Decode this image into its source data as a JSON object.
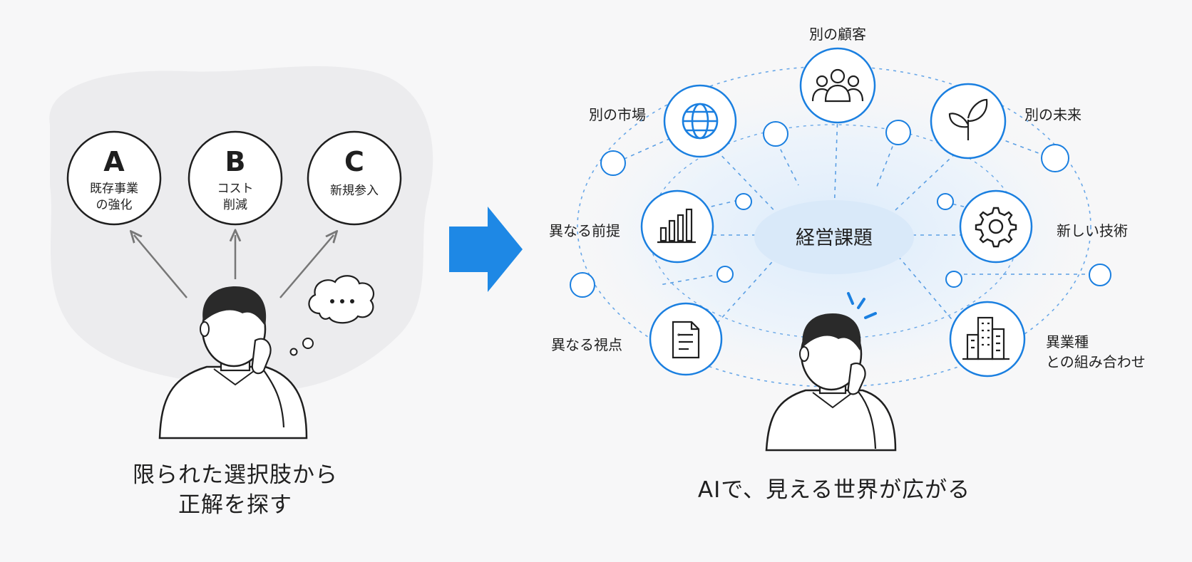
{
  "left": {
    "options": [
      {
        "letter": "A",
        "line1": "既存事業",
        "line2": "の強化"
      },
      {
        "letter": "B",
        "line1": "コスト",
        "line2": "削減"
      },
      {
        "letter": "C",
        "line1": "新規参入",
        "line2": ""
      }
    ],
    "caption_line1": "限られた選択肢から",
    "caption_line2": "正解を探す"
  },
  "right": {
    "center": "経営課題",
    "nodes": [
      {
        "label": "別の顧客",
        "icon": "people-icon"
      },
      {
        "label": "別の市場",
        "icon": "globe-icon"
      },
      {
        "label": "別の未来",
        "icon": "leaf-icon"
      },
      {
        "label": "異なる前提",
        "icon": "bar-chart-icon"
      },
      {
        "label": "新しい技術",
        "icon": "gear-icon"
      },
      {
        "label": "異なる視点",
        "icon": "document-icon"
      },
      {
        "label_line1": "異業種",
        "label_line2": "との組み合わせ",
        "icon": "buildings-icon"
      }
    ],
    "caption": "AIで、見える世界が広がる"
  },
  "colors": {
    "accent": "#1a7fe0",
    "arrow": "#1e88e5",
    "center_fill": "#dcebfa",
    "ink": "#1f1f1f"
  }
}
